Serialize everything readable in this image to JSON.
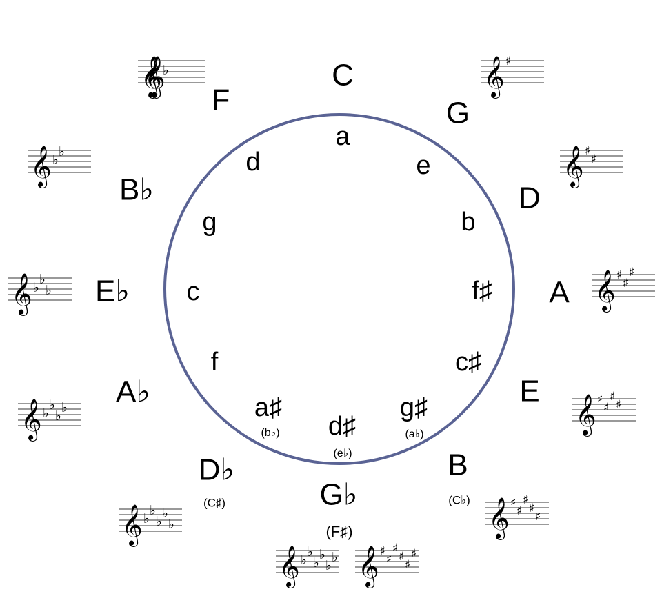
{
  "circle_color": "#5a6394",
  "major_keys": [
    {
      "id": "c",
      "label": "C",
      "alt": "",
      "acc_type": "none",
      "acc_count": 0
    },
    {
      "id": "g",
      "label": "G",
      "alt": "",
      "acc_type": "sharp",
      "acc_count": 1
    },
    {
      "id": "d",
      "label": "D",
      "alt": "",
      "acc_type": "sharp",
      "acc_count": 2
    },
    {
      "id": "a",
      "label": "A",
      "alt": "",
      "acc_type": "sharp",
      "acc_count": 3
    },
    {
      "id": "e",
      "label": "E",
      "alt": "",
      "acc_type": "sharp",
      "acc_count": 4
    },
    {
      "id": "b",
      "label": "B",
      "alt": "(C♭)",
      "acc_type": "sharp",
      "acc_count": 5
    },
    {
      "id": "gb",
      "label": "G♭",
      "alt": "(F♯)",
      "acc_type": "both",
      "acc_count": 6
    },
    {
      "id": "db",
      "label": "D♭",
      "alt": "(C♯)",
      "acc_type": "flat",
      "acc_count": 5
    },
    {
      "id": "ab",
      "label": "A♭",
      "alt": "",
      "acc_type": "flat",
      "acc_count": 4
    },
    {
      "id": "eb",
      "label": "E♭",
      "alt": "",
      "acc_type": "flat",
      "acc_count": 3
    },
    {
      "id": "bb",
      "label": "B♭",
      "alt": "",
      "acc_type": "flat",
      "acc_count": 2
    },
    {
      "id": "f",
      "label": "F",
      "alt": "",
      "acc_type": "flat",
      "acc_count": 1
    }
  ],
  "minor_keys": [
    {
      "id": "a",
      "label": "a",
      "alt": ""
    },
    {
      "id": "e",
      "label": "e",
      "alt": ""
    },
    {
      "id": "b",
      "label": "b",
      "alt": ""
    },
    {
      "id": "fs",
      "label": "f♯",
      "alt": ""
    },
    {
      "id": "cs",
      "label": "c♯",
      "alt": ""
    },
    {
      "id": "gs",
      "label": "g♯",
      "alt": "(a♭)"
    },
    {
      "id": "ds",
      "label": "d♯",
      "alt": "(e♭)"
    },
    {
      "id": "as",
      "label": "a♯",
      "alt": "(b♭)"
    },
    {
      "id": "f",
      "label": "f",
      "alt": ""
    },
    {
      "id": "c",
      "label": "c",
      "alt": ""
    },
    {
      "id": "g",
      "label": "g",
      "alt": ""
    },
    {
      "id": "d",
      "label": "d",
      "alt": ""
    }
  ]
}
